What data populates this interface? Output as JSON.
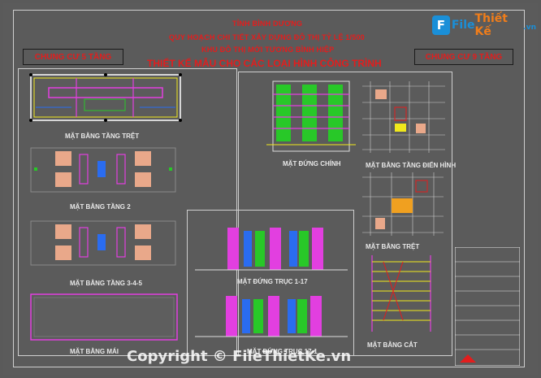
{
  "header": {
    "province": "TỈNH BÌNH DƯƠNG",
    "plan": "QUY HOẠCH CHI TIẾT XÂY DỰNG ĐÔ THỊ TỶ LỆ 1/500",
    "area": "KHU ĐÔ THỊ MỚI TƯƠNG BÌNH HIỆP",
    "main_title": "THIẾT KẾ MẪU CHO CÁC LOẠI HÌNH CÔNG TRÌNH"
  },
  "boxes": {
    "left": "CHUNG CƯ 5 TẦNG",
    "right": "CHUNG CƯ 9 TẦNG"
  },
  "labels": {
    "ground_plan": "MẶT BẰNG TẦNG TRỆT",
    "floor2": "MẶT BẰNG TẦNG 2",
    "floor345": "MẶT BẰNG TẦNG 3-4-5",
    "roof": "MẶT BẰNG MÁI",
    "facade_main": "MẶT ĐỨNG CHÍNH",
    "typical_floor": "MẶT BẰNG TẦNG ĐIỂN HÌNH",
    "ground_floor": "MẶT BẰNG TRỆT",
    "facade_axis": "MẶT ĐỨNG TRỤC 1-17",
    "facade_axis2": "MẶT ĐỨNG TRỤC 17-1",
    "section": "MẶT BẰNG CẮT"
  },
  "logo": {
    "chip": "F",
    "name_a": "File",
    "name_b": "Thiết Kế",
    "suffix": ".vn"
  },
  "watermark": "Copyright © FileThietKe.vn",
  "colors": {
    "red": "#e31d1d",
    "magenta": "#e23fe0",
    "green": "#28c828",
    "yellow": "#f0e81c",
    "blue": "#2a6cf0",
    "orange": "#f0a020"
  }
}
